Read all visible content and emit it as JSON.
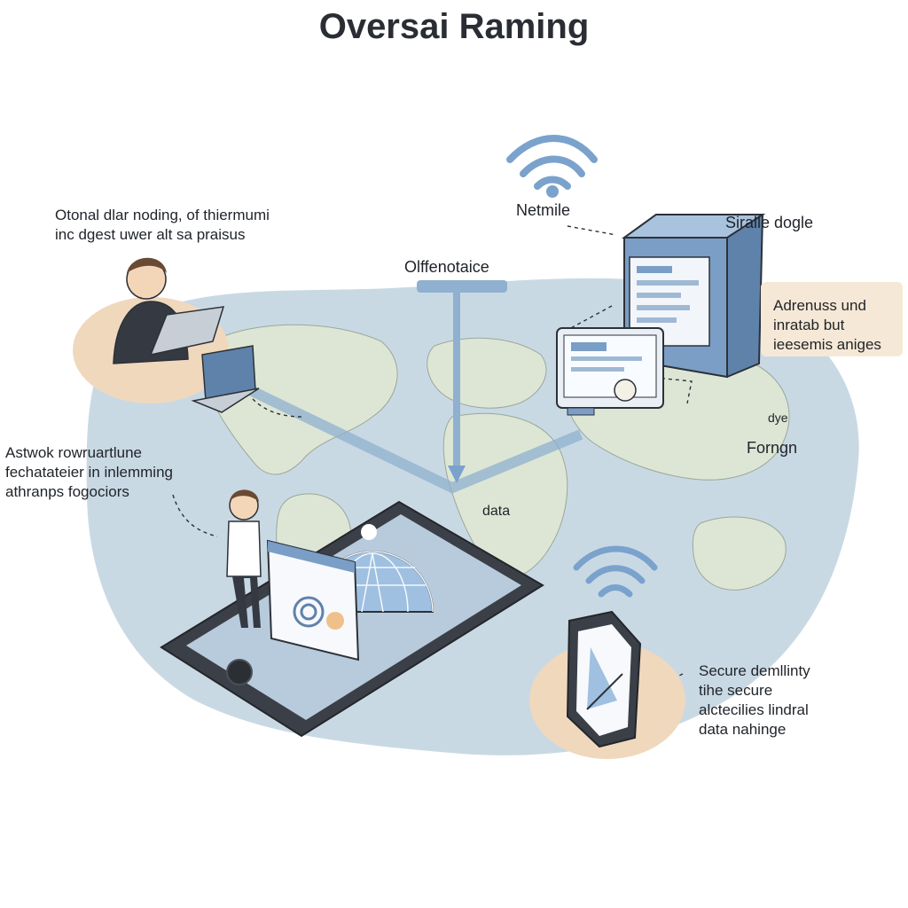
{
  "title": "Oversai Raming",
  "labels": {
    "top_left": [
      "Otonal dlar noding, of thiermumi",
      "inc dgest uwer alt sa praisus"
    ],
    "left_middle": [
      "Astwok rowruartlune",
      "fechatateier in inlemming",
      "athranps fogociors"
    ],
    "network": "Netmile",
    "offline": "Olffenotaice",
    "server": "Siralle dogle",
    "address_box": [
      "Adrenuss und",
      "inratab but",
      "ieesemis aniges"
    ],
    "foreign_small": "dye",
    "foreign": "Forngn",
    "data": "data",
    "secure_box": [
      "Secure demllinty",
      "tihe secure",
      "alctecilies lindral",
      "data nahinge"
    ]
  },
  "colors": {
    "map_blob": "#c9d9e4",
    "land": "#dde6d5",
    "device_blue": "#7a9ec5",
    "device_dark": "#3b3f47",
    "accent_peach": "#f0d8bd",
    "wifi_blue": "#7aa2cc",
    "text": "#1f2329"
  },
  "icons": {
    "wifi_top": "wifi-icon",
    "wifi_bottom": "wifi-icon",
    "globe": "globe-icon",
    "server": "server-icon"
  }
}
